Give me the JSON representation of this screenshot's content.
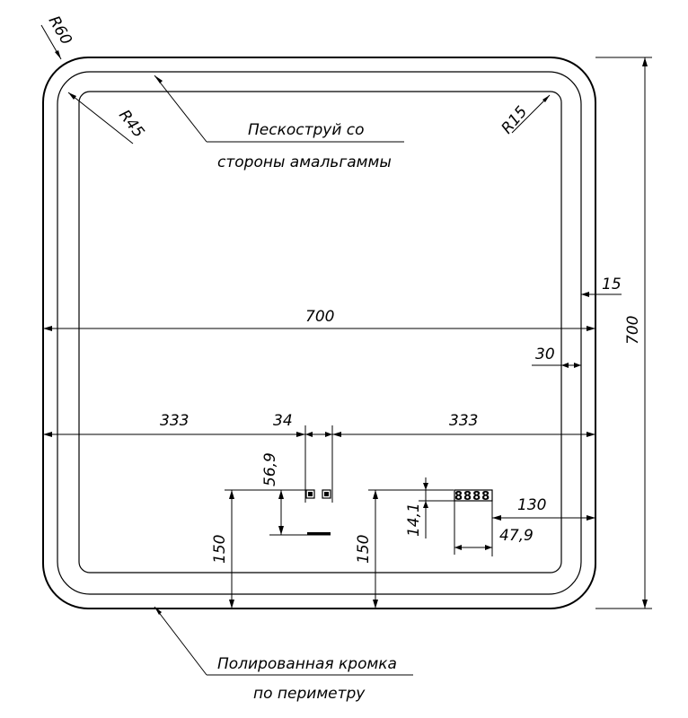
{
  "notes": {
    "sandblast_line1": "Пескоструй со",
    "sandblast_line2": "стороны амальгаммы",
    "polished_line1": "Полированная кромка",
    "polished_line2": "по периметру"
  },
  "radii": {
    "outer": "R60",
    "middle": "R45",
    "inner": "R15"
  },
  "dimensions": {
    "width_total": "700",
    "height_total": "700",
    "edge_offset": "15",
    "frame_offset": "30",
    "left_span": "333",
    "center_span": "34",
    "right_span": "333",
    "sensor_height": "56,9",
    "sensor_bottom": "150",
    "display_bottom": "150",
    "display_height": "14,1",
    "display_right": "130",
    "display_width": "47,9"
  },
  "display_digits": "8888"
}
